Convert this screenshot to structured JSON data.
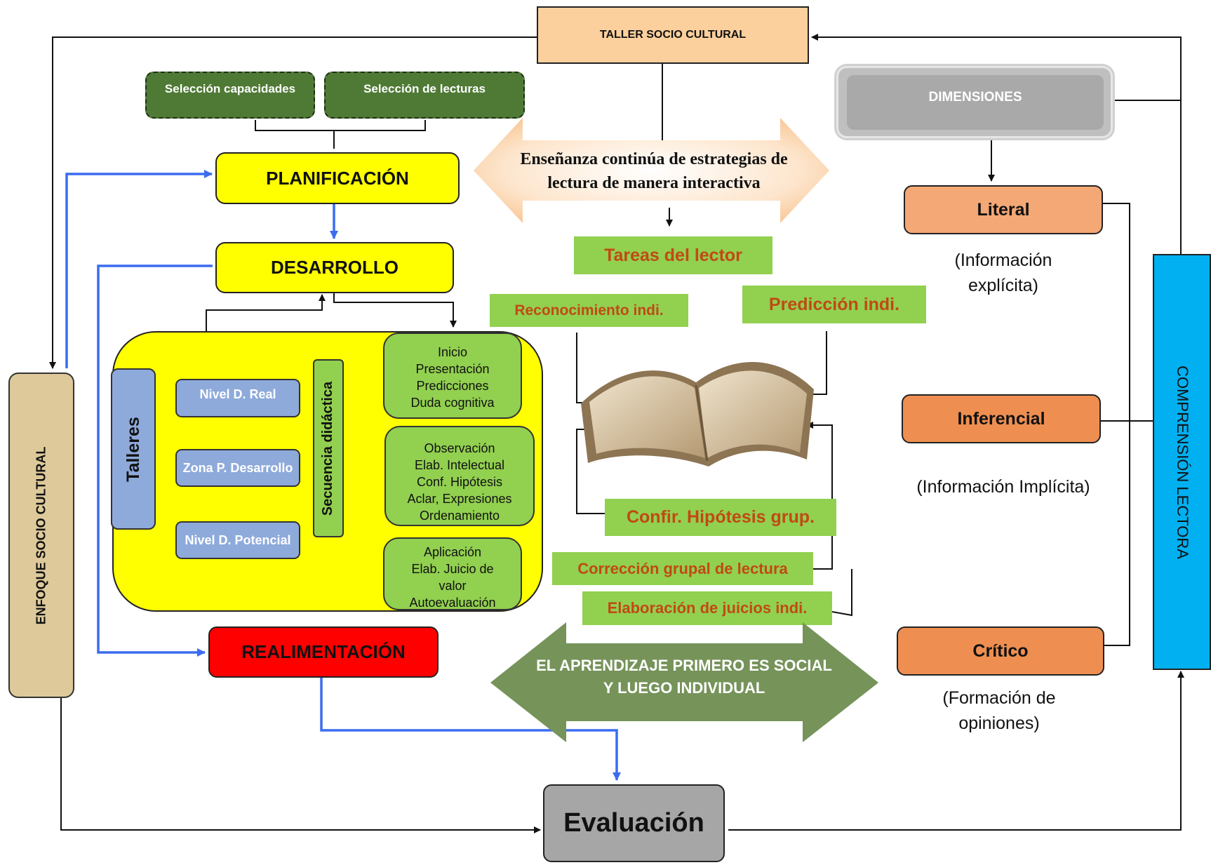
{
  "top": {
    "taller": "TALLER SOCIO CULTURAL",
    "seleccion_capacidades": "Selección capacidades",
    "seleccion_lecturas": "Selección de lecturas"
  },
  "process": {
    "planificacion": "PLANIFICACIÓN",
    "desarrollo": "DESARROLLO",
    "realimentacion": "REALIMENTACIÓN",
    "evaluacion": "Evaluación"
  },
  "workshop": {
    "talleres": "Talleres",
    "nivel_real": "Nivel D. Real",
    "zona_p": "Zona P. Desarrollo",
    "nivel_potencial": "Nivel D. Potencial",
    "secuencia": "Secuencia didáctica",
    "inicio": [
      "Inicio",
      "Presentación",
      "Predicciones",
      "Duda cognitiva"
    ],
    "observacion": [
      "Observación",
      "Elab. Intelectual",
      "Conf. Hipótesis",
      "Aclar, Expresiones",
      "Ordenamiento"
    ],
    "aplicacion": [
      "Aplicación",
      "Elab. Juicio de",
      "valor",
      "Autoevaluación"
    ]
  },
  "center": {
    "ensenanza": "Enseñanza continúa de estrategias de lectura de manera interactiva",
    "tareas": "Tareas del lector",
    "reconocimiento": "Reconocimiento indi.",
    "prediccion": "Predicción indi.",
    "confirmacion": "Confir. Hipótesis grup.",
    "correccion": "Corrección grupal de lectura",
    "elaboracion": "Elaboración de juicios indi.",
    "aprendizaje": "EL APRENDIZAJE PRIMERO ES SOCIAL Y LUEGO INDIVIDUAL"
  },
  "dimensions": {
    "title": "DIMENSIONES",
    "literal": "Literal",
    "literal_desc": "(Información explícita)",
    "inferencial": "Inferencial",
    "inferencial_desc": "(Información Implícita)",
    "critico": "Crítico",
    "critico_desc": "(Formación de opiniones)"
  },
  "sides": {
    "comprension": "COMPRENSIÓN LECTORA",
    "enfoque": "ENFOQUE SOCIO CULTURAL"
  },
  "colors": {
    "yellow": "#ffff00",
    "green_dark": "#4f7a35",
    "green_light": "#92d050",
    "blue_box": "#8eaadb",
    "blue_line": "#3b6cf0",
    "orange": "#ee8f51",
    "cyan": "#00b0f0",
    "red": "#ff0000",
    "text_orange": "#c04a13"
  }
}
